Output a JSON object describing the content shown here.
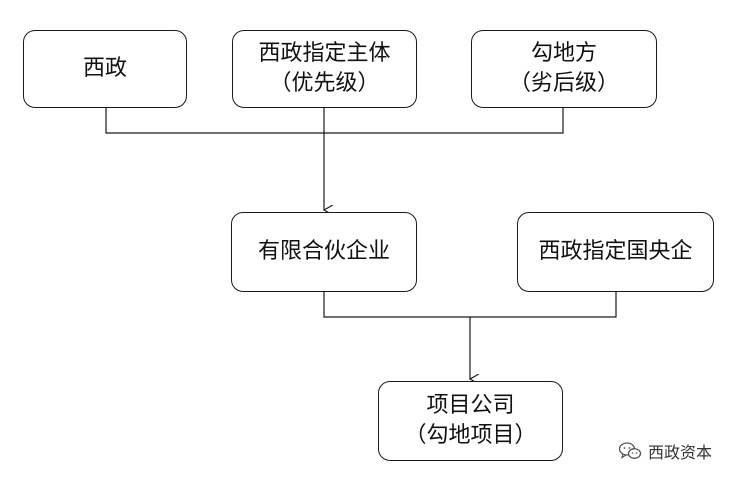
{
  "nodes": {
    "xizheng": {
      "lines": [
        "西政"
      ]
    },
    "designated_entity": {
      "lines": [
        "西政指定主体",
        "（优先级）"
      ]
    },
    "goudifang": {
      "lines": [
        "勾地方",
        "（劣后级）"
      ]
    },
    "partnership": {
      "lines": [
        "有限合伙企业"
      ]
    },
    "central_soe": {
      "lines": [
        "西政指定国央企"
      ]
    },
    "project_company": {
      "lines": [
        "项目公司",
        "（勾地项目）"
      ]
    }
  },
  "watermark": {
    "text": "西政资本",
    "icon": "wechat-icon"
  },
  "colors": {
    "stroke": "#1a1a1a",
    "text": "#111111",
    "background": "#ffffff"
  }
}
